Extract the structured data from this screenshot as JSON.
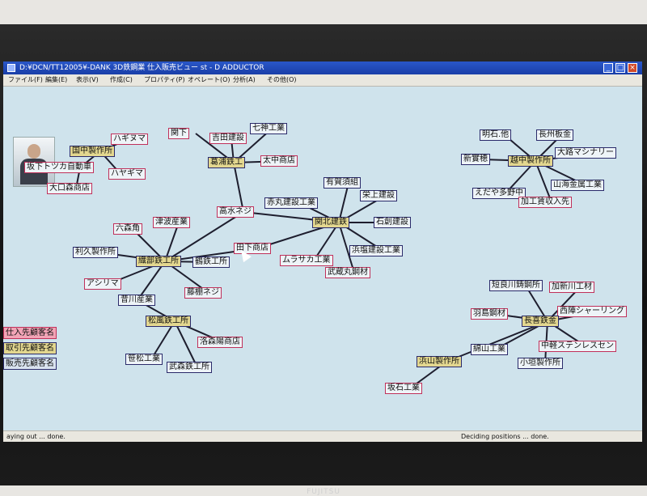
{
  "window": {
    "title": "D:¥DCN/TT12005¥-DANK 3D鉄鋼業 仕入販売ビュー st - D ADDUCTOR"
  },
  "menu": {
    "items": [
      "ファイル(F)",
      "編集(E)",
      "表示(V)",
      "作成(C)",
      "プロパティ(P)",
      "オペレート(O)",
      "分析(A)",
      "その他(O)"
    ]
  },
  "legend": {
    "supplier": "仕入先顧客名",
    "trade": "取引先顧客名",
    "customer": "販売先顧客名"
  },
  "nodes": {
    "n1": "ハギヌマ",
    "n2": "国中製作所",
    "n3": "坂下トツカ自動車",
    "n4": "ハヤギマ",
    "n5": "大口森商店",
    "n6": "関下",
    "n7": "吉田建設",
    "n8": "七神工業",
    "n9": "葛浦鉄工",
    "n10": "太中商店",
    "n11": "有賀須組",
    "n12": "赤丸建設工業",
    "n13": "栄上建設",
    "n14": "高水ネジ",
    "n15": "関北建鉄",
    "n16": "石創建設",
    "n17": "六森角",
    "n18": "津波産業",
    "n19": "田下商店",
    "n20": "浜塩建設工業",
    "n21": "利久製作所",
    "n22": "織部鉄工所",
    "n23": "鶴鉄工所",
    "n24": "ムラサカ工業",
    "n25": "武蔵丸鋼材",
    "n26": "アシリマ",
    "n27": "藤棚ネジ",
    "n28": "昔川産業",
    "n29": "松風鉄工所",
    "n30": "洛森陽商店",
    "n31": "笹松工業",
    "n32": "武森鉄工所",
    "n33": "明石.他",
    "n34": "長州板金",
    "n35": "大路マシナリー",
    "n36": "新實穂",
    "n37": "越中製作所",
    "n38": "山海金属工業",
    "n39": "えだや多野中",
    "n40": "加工賃収入先",
    "n41": "短良川鋳鋼所",
    "n42": "加新川工材",
    "n43": "羽島鋼材",
    "n44": "西陣シャーリング",
    "n45": "長喜鉄金",
    "n46": "綿山工業",
    "n47": "中軽ステンレスセン",
    "n48": "浜山製作所",
    "n49": "小垣製作所",
    "n50": "坂石工業"
  },
  "status": {
    "left": "aying out ... done.",
    "right": "Deciding positions ... done."
  },
  "bezel": {
    "brand": "FUJITSU"
  }
}
